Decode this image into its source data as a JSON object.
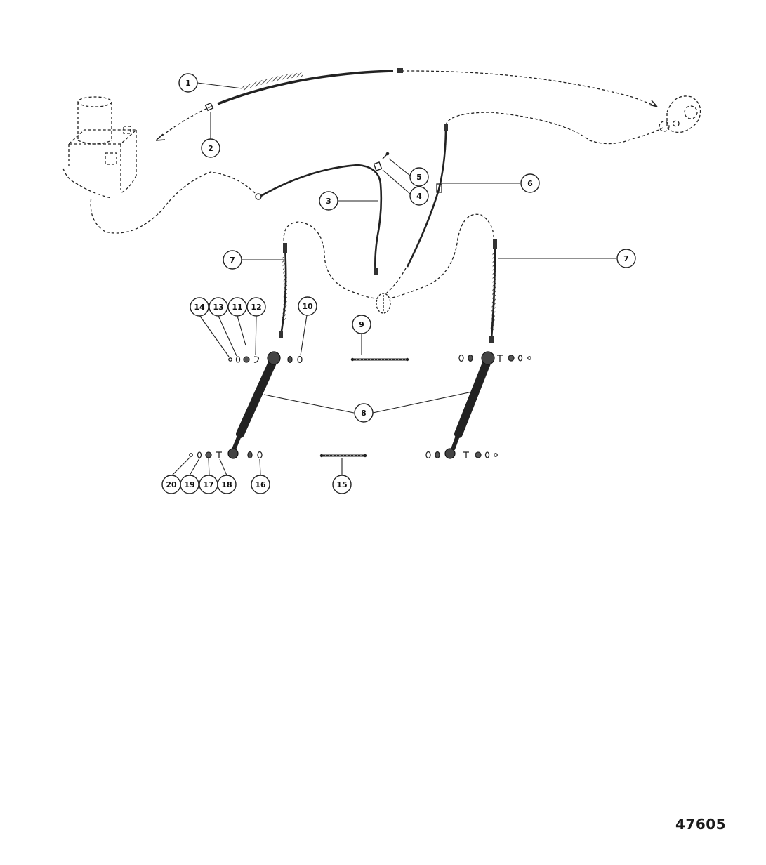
{
  "figure_number": "47605",
  "callouts": [
    {
      "id": "c1",
      "label": "1"
    },
    {
      "id": "c2",
      "label": "2"
    },
    {
      "id": "c3",
      "label": "3"
    },
    {
      "id": "c4",
      "label": "4"
    },
    {
      "id": "c5",
      "label": "5"
    },
    {
      "id": "c6",
      "label": "6"
    },
    {
      "id": "c7a",
      "label": "7"
    },
    {
      "id": "c7b",
      "label": "7"
    },
    {
      "id": "c8",
      "label": "8"
    },
    {
      "id": "c9",
      "label": "9"
    },
    {
      "id": "c10",
      "label": "10"
    },
    {
      "id": "c11",
      "label": "11"
    },
    {
      "id": "c12",
      "label": "12"
    },
    {
      "id": "c13",
      "label": "13"
    },
    {
      "id": "c14",
      "label": "14"
    },
    {
      "id": "c15",
      "label": "15"
    },
    {
      "id": "c16",
      "label": "16"
    },
    {
      "id": "c17",
      "label": "17"
    },
    {
      "id": "c18",
      "label": "18"
    },
    {
      "id": "c19",
      "label": "19"
    },
    {
      "id": "c20",
      "label": "20"
    }
  ]
}
